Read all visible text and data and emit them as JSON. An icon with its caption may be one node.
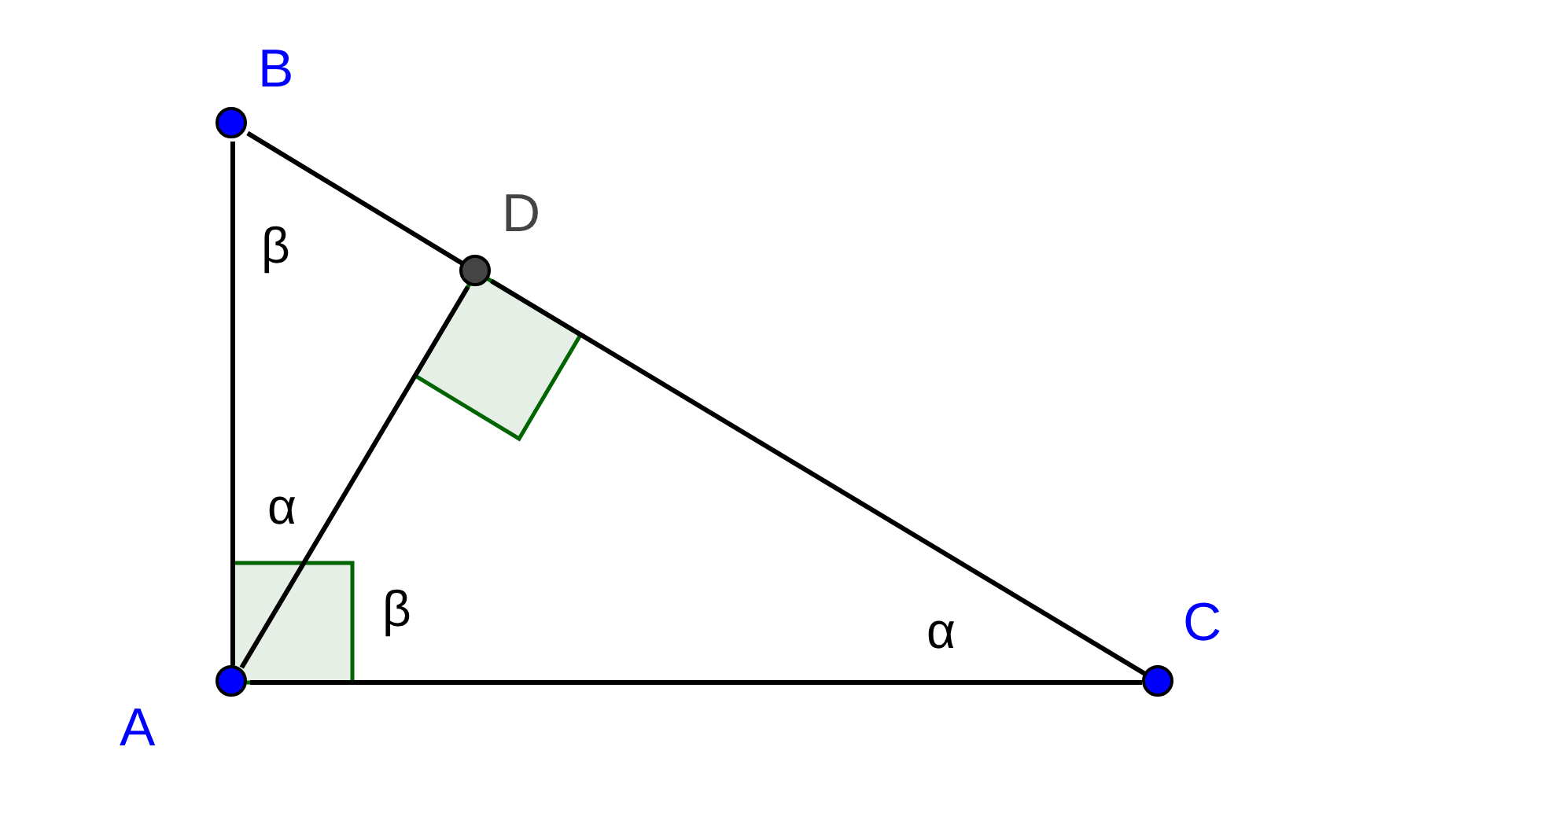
{
  "diagram": {
    "nodes": [
      {
        "text": [
          "B"
        ]
      },
      {
        "text": [
          "D"
        ]
      },
      {
        "text": [
          "A"
        ]
      },
      {
        "text": [
          "C"
        ]
      }
    ],
    "edges": [
      {
        "from": 2,
        "to": 0,
        "arrow": "none"
      },
      {
        "from": 0,
        "to": 1,
        "arrow": "none"
      },
      {
        "from": 1,
        "to": 3,
        "arrow": "none"
      },
      {
        "from": 2,
        "to": 3,
        "arrow": "none"
      },
      {
        "from": 2,
        "to": 1,
        "arrow": "none"
      }
    ],
    "labels": [
      "β",
      "α",
      "β",
      "α"
    ]
  }
}
